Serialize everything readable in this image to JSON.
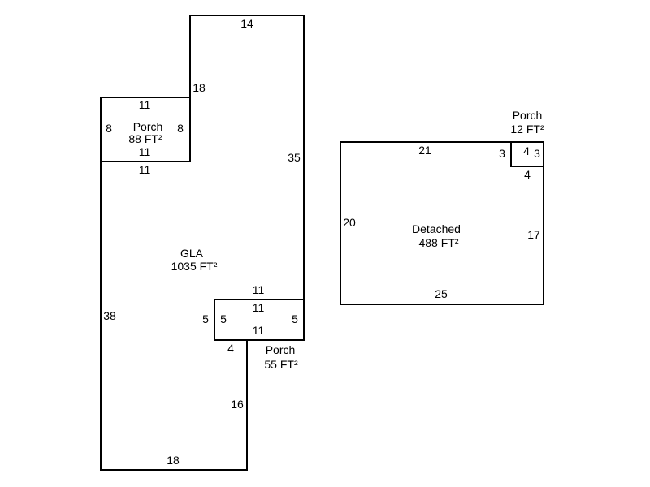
{
  "areas": {
    "gla": {
      "name": "GLA",
      "area": "1035 FT²"
    },
    "porch_top": {
      "name": "Porch",
      "area": "88 FT²"
    },
    "porch_bottom": {
      "name": "Porch",
      "area": "55 FT²"
    },
    "detached": {
      "name": "Detached",
      "area": "488 FT²"
    },
    "porch_detached": {
      "name": "Porch",
      "area": "12 FT²"
    }
  },
  "dimensions": {
    "gla": [
      "14",
      "18",
      "35",
      "11",
      "38",
      "18",
      "16",
      "4",
      "11"
    ],
    "porch_top": [
      "11",
      "8",
      "8",
      "11"
    ],
    "porch_bottom": [
      "11",
      "5",
      "5",
      "11",
      "5"
    ],
    "detached": [
      "21",
      "20",
      "17",
      "25",
      "3"
    ],
    "porch_detached": [
      "4",
      "3",
      "4"
    ]
  }
}
